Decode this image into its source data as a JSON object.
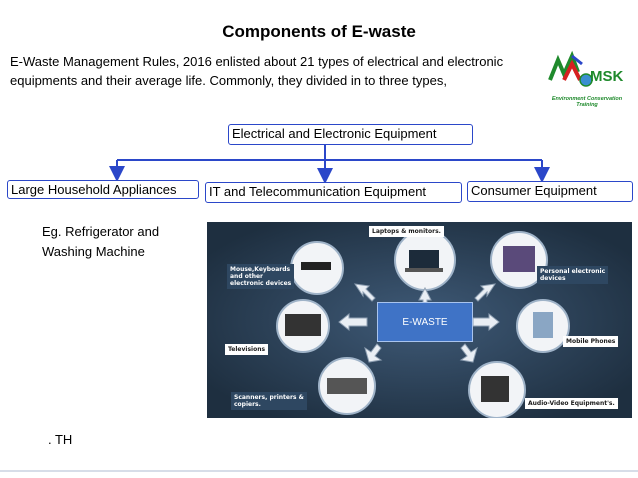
{
  "title": "Components of E-waste",
  "intro_line1": "E-Waste Management Rules, 2016  enlisted about 21 types of  electrical and electronic",
  "intro_line2": "equipments and their average life.  Commonly, they divided in to three types,",
  "logo": {
    "text": "MSK",
    "tagline": "Environment Conservation Training"
  },
  "hierarchy": {
    "root": "Electrical and Electronic Equipment",
    "children": [
      "Large Household Appliances",
      "IT and Telecommunication Equipment",
      "Consumer Equipment"
    ]
  },
  "example_line1": "Eg. Refrigerator and",
  "example_line2": "Washing Machine",
  "footnote": ". TH",
  "diagram": {
    "center": "E-WASTE",
    "labels": {
      "laptops": "Laptops & monitors.",
      "mouse": "Mouse,Keyboards\nand other\nelectronic devices",
      "personal": "Personal electronic\ndevices",
      "televisions": "Televisions",
      "mobile": "Mobile Phones",
      "scanners": "Scanners, printers &\ncopiers.",
      "audio": "Audio-Video Equipment's."
    }
  },
  "colors": {
    "box_border": "#2b47c9",
    "logo_green": "#1f8a2c",
    "diagram_bg": "#233648",
    "center_fill": "#3f73c6"
  }
}
